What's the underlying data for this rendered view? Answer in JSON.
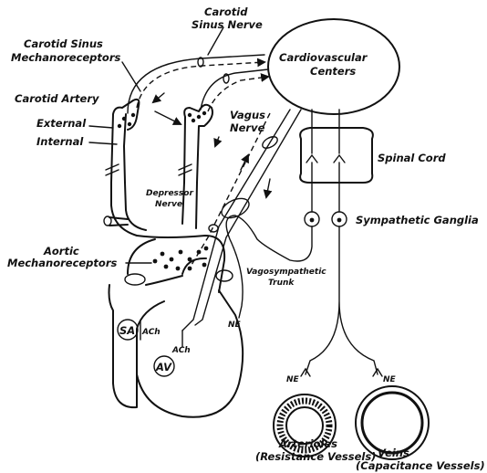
{
  "labels": {
    "carotid_sinus_nerve_1": "Carotid",
    "carotid_sinus_nerve_2": "Sinus Nerve",
    "carotid_sinus_mech_1": "Carotid Sinus",
    "carotid_sinus_mech_2": "Mechanoreceptors",
    "cardiovascular_1": "Cardiovascular",
    "cardiovascular_2": "Centers",
    "carotid_artery": "Carotid Artery",
    "external": "External",
    "internal": "Internal",
    "vagus_1": "Vagus",
    "vagus_2": "Nerve",
    "spinal_cord": "Spinal Cord",
    "depressor_1": "Depressor",
    "depressor_2": "Nerve",
    "sympathetic_ganglia": "Sympathetic Ganglia",
    "aortic_1": "Aortic",
    "aortic_2": "Mechanoreceptors",
    "vagosympathetic_1": "Vagosympathetic",
    "vagosympathetic_2": "Trunk",
    "sa": "SA",
    "av": "AV",
    "ach_1": "ACh",
    "ach_2": "ACh",
    "ne_heart": "NE",
    "ne_arterioles": "NE",
    "ne_veins": "NE",
    "arterioles_1": "Arterioles",
    "arterioles_2": "(Resistance Vessels)",
    "veins_1": "Veins",
    "veins_2": "(Capacitance Vessels)"
  }
}
